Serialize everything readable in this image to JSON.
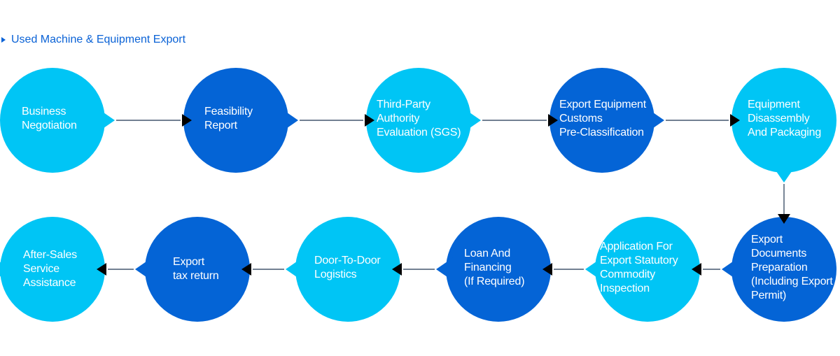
{
  "title": "Used Machine & Equipment Export",
  "colors": {
    "light": "#00c5f5",
    "dark": "#0464d6",
    "connector": "#1f3550",
    "arrowhead": "#000000",
    "title": "#0a62d6"
  },
  "steps": [
    {
      "id": 1,
      "label": "Business\nNegotiation",
      "shade": "light"
    },
    {
      "id": 2,
      "label": "Feasibility\nReport",
      "shade": "dark"
    },
    {
      "id": 3,
      "label": "Third-Party\nAuthority\nEvaluation (SGS)",
      "shade": "light"
    },
    {
      "id": 4,
      "label": "Export Equipment\nCustoms\nPre-Classification",
      "shade": "dark"
    },
    {
      "id": 5,
      "label": "Equipment\nDisassembly\nAnd Packaging",
      "shade": "light"
    },
    {
      "id": 6,
      "label": "Export\nDocuments\nPreparation\n(Including Export\nPermit)",
      "shade": "dark"
    },
    {
      "id": 7,
      "label": "Application For\nExport Statutory\nCommodity\nInspection",
      "shade": "light"
    },
    {
      "id": 8,
      "label": "Loan And\nFinancing\n(If Required)",
      "shade": "dark"
    },
    {
      "id": 9,
      "label": "Door-To-Door\nLogistics",
      "shade": "light"
    },
    {
      "id": 10,
      "label": "Export\ntax return",
      "shade": "dark"
    },
    {
      "id": 11,
      "label": "After-Sales\nService\nAssistance",
      "shade": "light"
    }
  ]
}
